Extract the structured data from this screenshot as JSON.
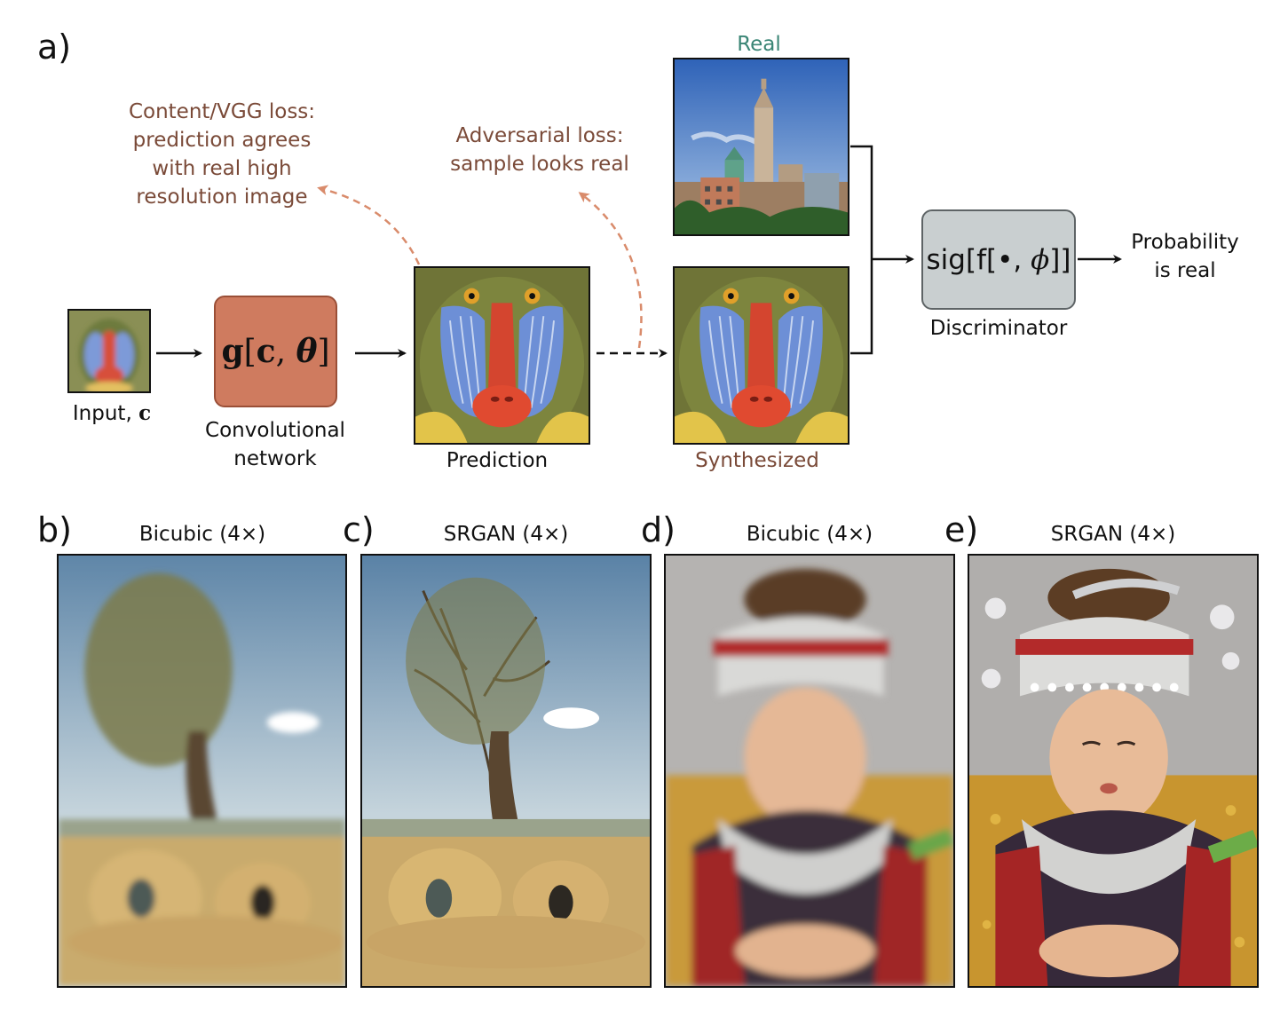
{
  "panel_a": {
    "label": "a)",
    "input_caption": "Input, ",
    "input_symbol": "c",
    "generator_box": {
      "func": "g",
      "arg1": "c",
      "arg2": "θ"
    },
    "generator_caption_line1": "Convolutional",
    "generator_caption_line2": "network",
    "prediction_caption": "Prediction",
    "synthesized_caption": "Synthesized",
    "real_caption": "Real",
    "content_loss_lines": [
      "Content/VGG loss:",
      "prediction agrees",
      "with real high",
      "resolution image"
    ],
    "adversarial_loss_lines": [
      "Adversarial loss:",
      "sample looks real"
    ],
    "discriminator_box": {
      "prefix": "sig",
      "f": "f",
      "dot": "•",
      "param": "ϕ"
    },
    "discriminator_caption": "Discriminator",
    "output_lines": [
      "Probability",
      "is real"
    ],
    "colors": {
      "generator_fill": "#cf7b5f",
      "discriminator_fill": "#c9cfd0",
      "loss_text": "#7a4a38",
      "real_text": "#3a8575",
      "loss_arrow": "#d98b6b"
    }
  },
  "panel_b": {
    "label": "b)",
    "caption": "Bicubic (4×)"
  },
  "panel_c": {
    "label": "c)",
    "caption": "SRGAN (4×)"
  },
  "panel_d": {
    "label": "d)",
    "caption": "Bicubic (4×)"
  },
  "panel_e": {
    "label": "e)",
    "caption": "SRGAN (4×)"
  }
}
